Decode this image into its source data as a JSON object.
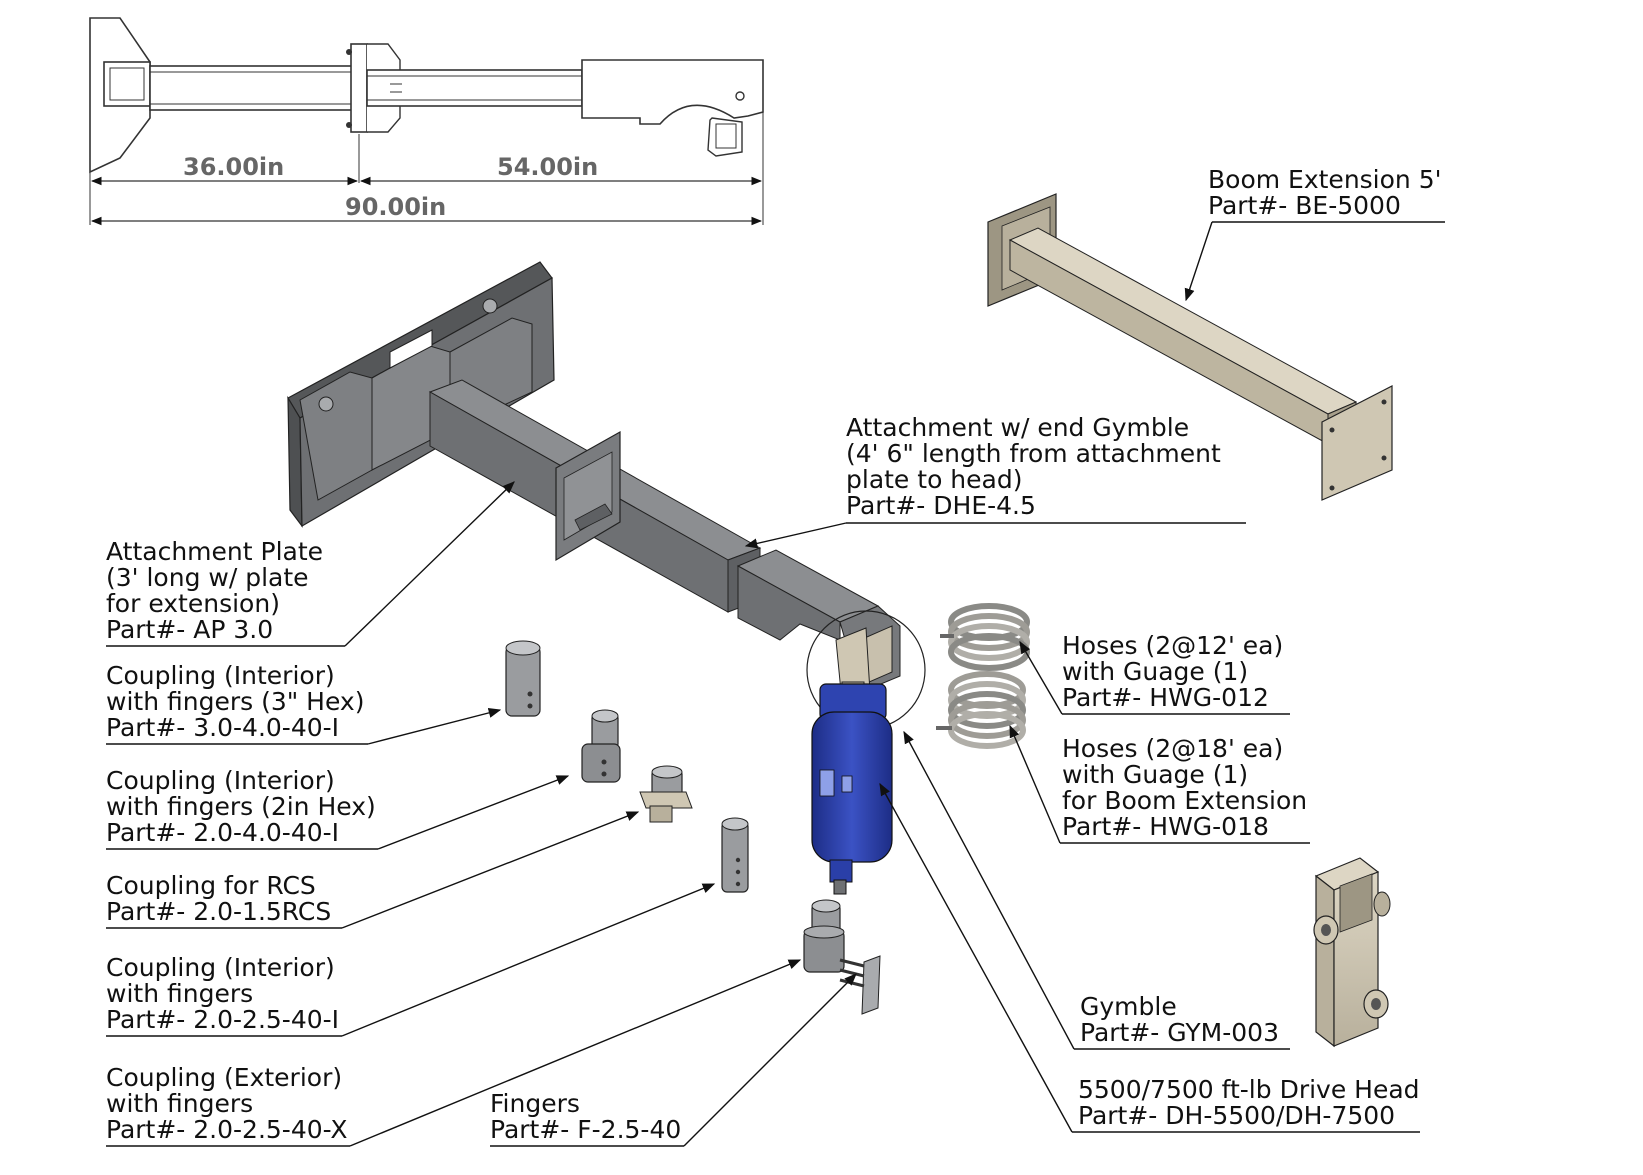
{
  "dimensions": {
    "left": "36.00in",
    "right": "54.00in",
    "total": "90.00in"
  },
  "labels": {
    "boom_extension": [
      "Boom Extension 5'",
      "Part#- BE-5000"
    ],
    "attachment_gymble": [
      "Attachment w/ end Gymble",
      "(4' 6\" length from attachment",
      "plate to head)",
      "Part#- DHE-4.5"
    ],
    "attachment_plate": [
      "Attachment Plate",
      "(3' long w/ plate",
      "for extension)",
      "Part#- AP 3.0"
    ],
    "coupling_3hex": [
      "Coupling (Interior)",
      "with fingers (3\" Hex)",
      "Part#- 3.0-4.0-40-I"
    ],
    "coupling_2hex": [
      "Coupling (Interior)",
      "with fingers (2in Hex)",
      "Part#- 2.0-4.0-40-I"
    ],
    "coupling_rcs": [
      "Coupling for RCS",
      "Part#- 2.0-1.5RCS"
    ],
    "coupling_interior": [
      "Coupling (Interior)",
      "with fingers",
      "Part#- 2.0-2.5-40-I"
    ],
    "coupling_exterior": [
      "Coupling (Exterior)",
      "with fingers",
      "Part#- 2.0-2.5-40-X"
    ],
    "fingers": [
      "Fingers",
      "Part#- F-2.5-40"
    ],
    "hoses_12": [
      "Hoses (2@12' ea)",
      "with Guage (1)",
      "Part#- HWG-012"
    ],
    "hoses_18": [
      "Hoses (2@18' ea)",
      "with Guage (1)",
      "for Boom Extension",
      "Part#- HWG-018"
    ],
    "gymble": [
      "Gymble",
      "Part#- GYM-003"
    ],
    "drive_head": [
      "5500/7500 ft-lb Drive Head",
      "Part#- DH-5500/DH-7500"
    ]
  },
  "colors": {
    "steel_dark": "#6e7073",
    "steel_mid": "#8c8e91",
    "steel_light": "#a9abae",
    "tan": "#cfc7b3",
    "tan_dark": "#9d9683",
    "drive_blue": "#2a3fa8",
    "dim_gray": "#666666"
  }
}
